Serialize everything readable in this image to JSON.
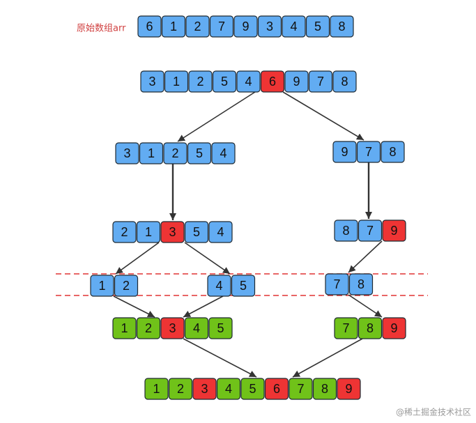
{
  "label": "原始数组arr",
  "watermark": "@稀土掘金技术社区",
  "colors": {
    "blue": "#62acf2",
    "red": "#ee3434",
    "green": "#70c219",
    "label": "#d04040",
    "arrow": "#333333",
    "divider": "#e03333"
  },
  "rows": [
    {
      "id": "original",
      "cells": [
        {
          "v": "6",
          "c": "blue"
        },
        {
          "v": "1",
          "c": "blue"
        },
        {
          "v": "2",
          "c": "blue"
        },
        {
          "v": "7",
          "c": "blue"
        },
        {
          "v": "9",
          "c": "blue"
        },
        {
          "v": "3",
          "c": "blue"
        },
        {
          "v": "4",
          "c": "blue"
        },
        {
          "v": "5",
          "c": "blue"
        },
        {
          "v": "8",
          "c": "blue"
        }
      ]
    },
    {
      "id": "partition-1",
      "cells": [
        {
          "v": "3",
          "c": "blue"
        },
        {
          "v": "1",
          "c": "blue"
        },
        {
          "v": "2",
          "c": "blue"
        },
        {
          "v": "5",
          "c": "blue"
        },
        {
          "v": "4",
          "c": "blue"
        },
        {
          "v": "6",
          "c": "red"
        },
        {
          "v": "9",
          "c": "blue"
        },
        {
          "v": "7",
          "c": "blue"
        },
        {
          "v": "8",
          "c": "blue"
        }
      ]
    },
    {
      "id": "left-sub",
      "cells": [
        {
          "v": "3",
          "c": "blue"
        },
        {
          "v": "1",
          "c": "blue"
        },
        {
          "v": "2",
          "c": "blue"
        },
        {
          "v": "5",
          "c": "blue"
        },
        {
          "v": "4",
          "c": "blue"
        }
      ]
    },
    {
      "id": "right-sub",
      "cells": [
        {
          "v": "9",
          "c": "blue"
        },
        {
          "v": "7",
          "c": "blue"
        },
        {
          "v": "8",
          "c": "blue"
        }
      ]
    },
    {
      "id": "left-partition",
      "cells": [
        {
          "v": "2",
          "c": "blue"
        },
        {
          "v": "1",
          "c": "blue"
        },
        {
          "v": "3",
          "c": "red"
        },
        {
          "v": "5",
          "c": "blue"
        },
        {
          "v": "4",
          "c": "blue"
        }
      ]
    },
    {
      "id": "right-partition",
      "cells": [
        {
          "v": "8",
          "c": "blue"
        },
        {
          "v": "7",
          "c": "blue"
        },
        {
          "v": "9",
          "c": "red"
        }
      ]
    },
    {
      "id": "leaf-12",
      "cells": [
        {
          "v": "1",
          "c": "blue"
        },
        {
          "v": "2",
          "c": "blue"
        }
      ]
    },
    {
      "id": "leaf-45",
      "cells": [
        {
          "v": "4",
          "c": "blue"
        },
        {
          "v": "5",
          "c": "blue"
        }
      ]
    },
    {
      "id": "leaf-78",
      "cells": [
        {
          "v": "7",
          "c": "blue"
        },
        {
          "v": "8",
          "c": "blue"
        }
      ]
    },
    {
      "id": "left-sorted",
      "cells": [
        {
          "v": "1",
          "c": "green"
        },
        {
          "v": "2",
          "c": "green"
        },
        {
          "v": "3",
          "c": "red"
        },
        {
          "v": "4",
          "c": "green"
        },
        {
          "v": "5",
          "c": "green"
        }
      ]
    },
    {
      "id": "right-sorted",
      "cells": [
        {
          "v": "7",
          "c": "green"
        },
        {
          "v": "8",
          "c": "green"
        },
        {
          "v": "9",
          "c": "red"
        }
      ]
    },
    {
      "id": "final",
      "cells": [
        {
          "v": "1",
          "c": "green"
        },
        {
          "v": "2",
          "c": "green"
        },
        {
          "v": "3",
          "c": "red"
        },
        {
          "v": "4",
          "c": "green"
        },
        {
          "v": "5",
          "c": "green"
        },
        {
          "v": "6",
          "c": "red"
        },
        {
          "v": "7",
          "c": "green"
        },
        {
          "v": "8",
          "c": "green"
        },
        {
          "v": "9",
          "c": "red"
        }
      ]
    }
  ],
  "edges": [
    {
      "from": "partition-1",
      "to": "left-sub"
    },
    {
      "from": "partition-1",
      "to": "right-sub"
    },
    {
      "from": "left-sub",
      "to": "left-partition"
    },
    {
      "from": "right-sub",
      "to": "right-partition"
    },
    {
      "from": "left-partition",
      "to": "leaf-12"
    },
    {
      "from": "left-partition",
      "to": "leaf-45"
    },
    {
      "from": "right-partition",
      "to": "leaf-78"
    },
    {
      "from": "leaf-12",
      "to": "left-sorted"
    },
    {
      "from": "leaf-45",
      "to": "left-sorted"
    },
    {
      "from": "leaf-78",
      "to": "right-sorted"
    },
    {
      "from": "left-sorted",
      "to": "final"
    },
    {
      "from": "right-sorted",
      "to": "final"
    }
  ]
}
